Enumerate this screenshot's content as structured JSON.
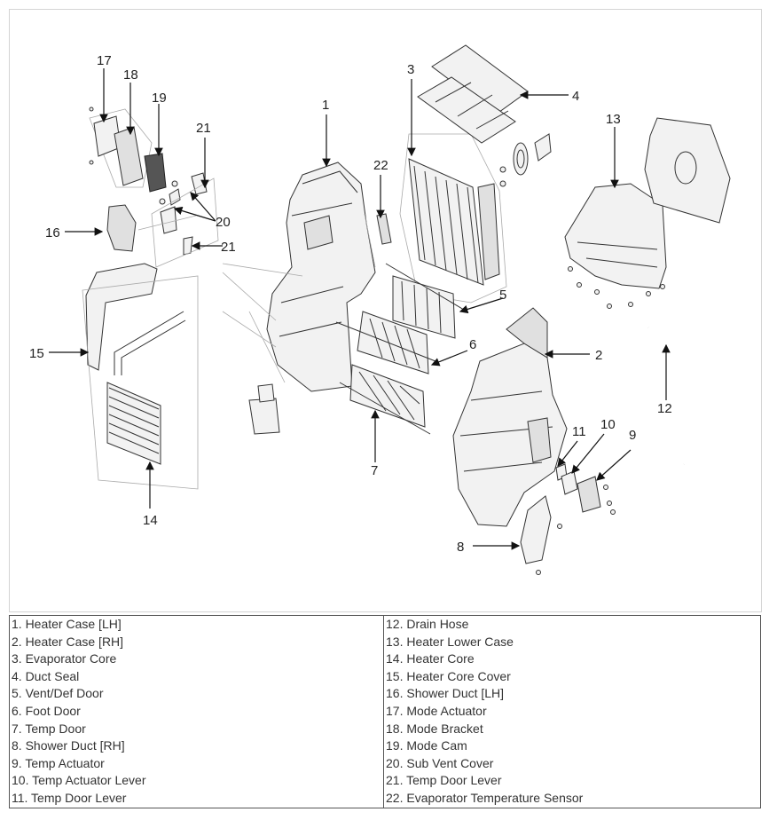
{
  "callouts": [
    {
      "id": "c1",
      "text": "1"
    },
    {
      "id": "c2",
      "text": "2"
    },
    {
      "id": "c3",
      "text": "3"
    },
    {
      "id": "c4",
      "text": "4"
    },
    {
      "id": "c5",
      "text": "5"
    },
    {
      "id": "c6",
      "text": "6"
    },
    {
      "id": "c7",
      "text": "7"
    },
    {
      "id": "c8",
      "text": "8"
    },
    {
      "id": "c9",
      "text": "9"
    },
    {
      "id": "c10",
      "text": "10"
    },
    {
      "id": "c11",
      "text": "11"
    },
    {
      "id": "c12",
      "text": "12"
    },
    {
      "id": "c13",
      "text": "13"
    },
    {
      "id": "c14",
      "text": "14"
    },
    {
      "id": "c15",
      "text": "15"
    },
    {
      "id": "c16",
      "text": "16"
    },
    {
      "id": "c17",
      "text": "17"
    },
    {
      "id": "c18",
      "text": "18"
    },
    {
      "id": "c19",
      "text": "19"
    },
    {
      "id": "c20",
      "text": "20"
    },
    {
      "id": "c21a",
      "text": "21"
    },
    {
      "id": "c21b",
      "text": "21"
    },
    {
      "id": "c22",
      "text": "22"
    }
  ],
  "legend": {
    "left": [
      "1. Heater Case [LH]",
      "2. Heater Case [RH]",
      "3. Evaporator Core",
      "4. Duct Seal",
      "5. Vent/Def Door",
      "6. Foot Door",
      "7. Temp Door",
      "8. Shower Duct [RH]",
      "9. Temp Actuator",
      "10. Temp Actuator Lever",
      "11. Temp Door Lever"
    ],
    "right": [
      "12. Drain Hose",
      "13. Heater Lower Case",
      "14. Heater Core",
      "15. Heater Core Cover",
      "16. Shower Duct [LH]",
      "17. Mode Actuator",
      "18. Mode Bracket",
      "19. Mode Cam",
      "20. Sub Vent Cover",
      "21. Temp Door Lever",
      "22. Evaporator Temperature Sensor"
    ]
  }
}
